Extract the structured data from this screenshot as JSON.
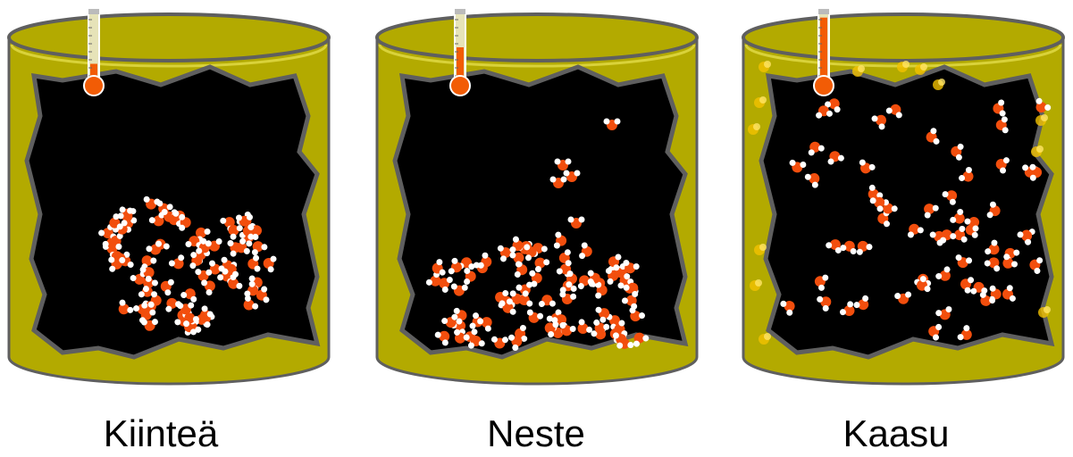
{
  "panels": [
    {
      "label": "Kiinteä",
      "state": "solid",
      "thermometer_level": 0.25,
      "molecule_count": 75
    },
    {
      "label": "Neste",
      "state": "liquid",
      "thermometer_level": 0.5,
      "molecule_count": 75
    },
    {
      "label": "Kaasu",
      "state": "gas",
      "thermometer_level": 0.95,
      "molecule_count": 60
    }
  ],
  "colors": {
    "container": "#b3aa00",
    "container_edge": "#5f5f5f",
    "interior": "#000000",
    "oxygen": "#f24e0d",
    "hydrogen": "#ffffff",
    "mercury": "#f25c05",
    "vapor": "#f2c200"
  }
}
